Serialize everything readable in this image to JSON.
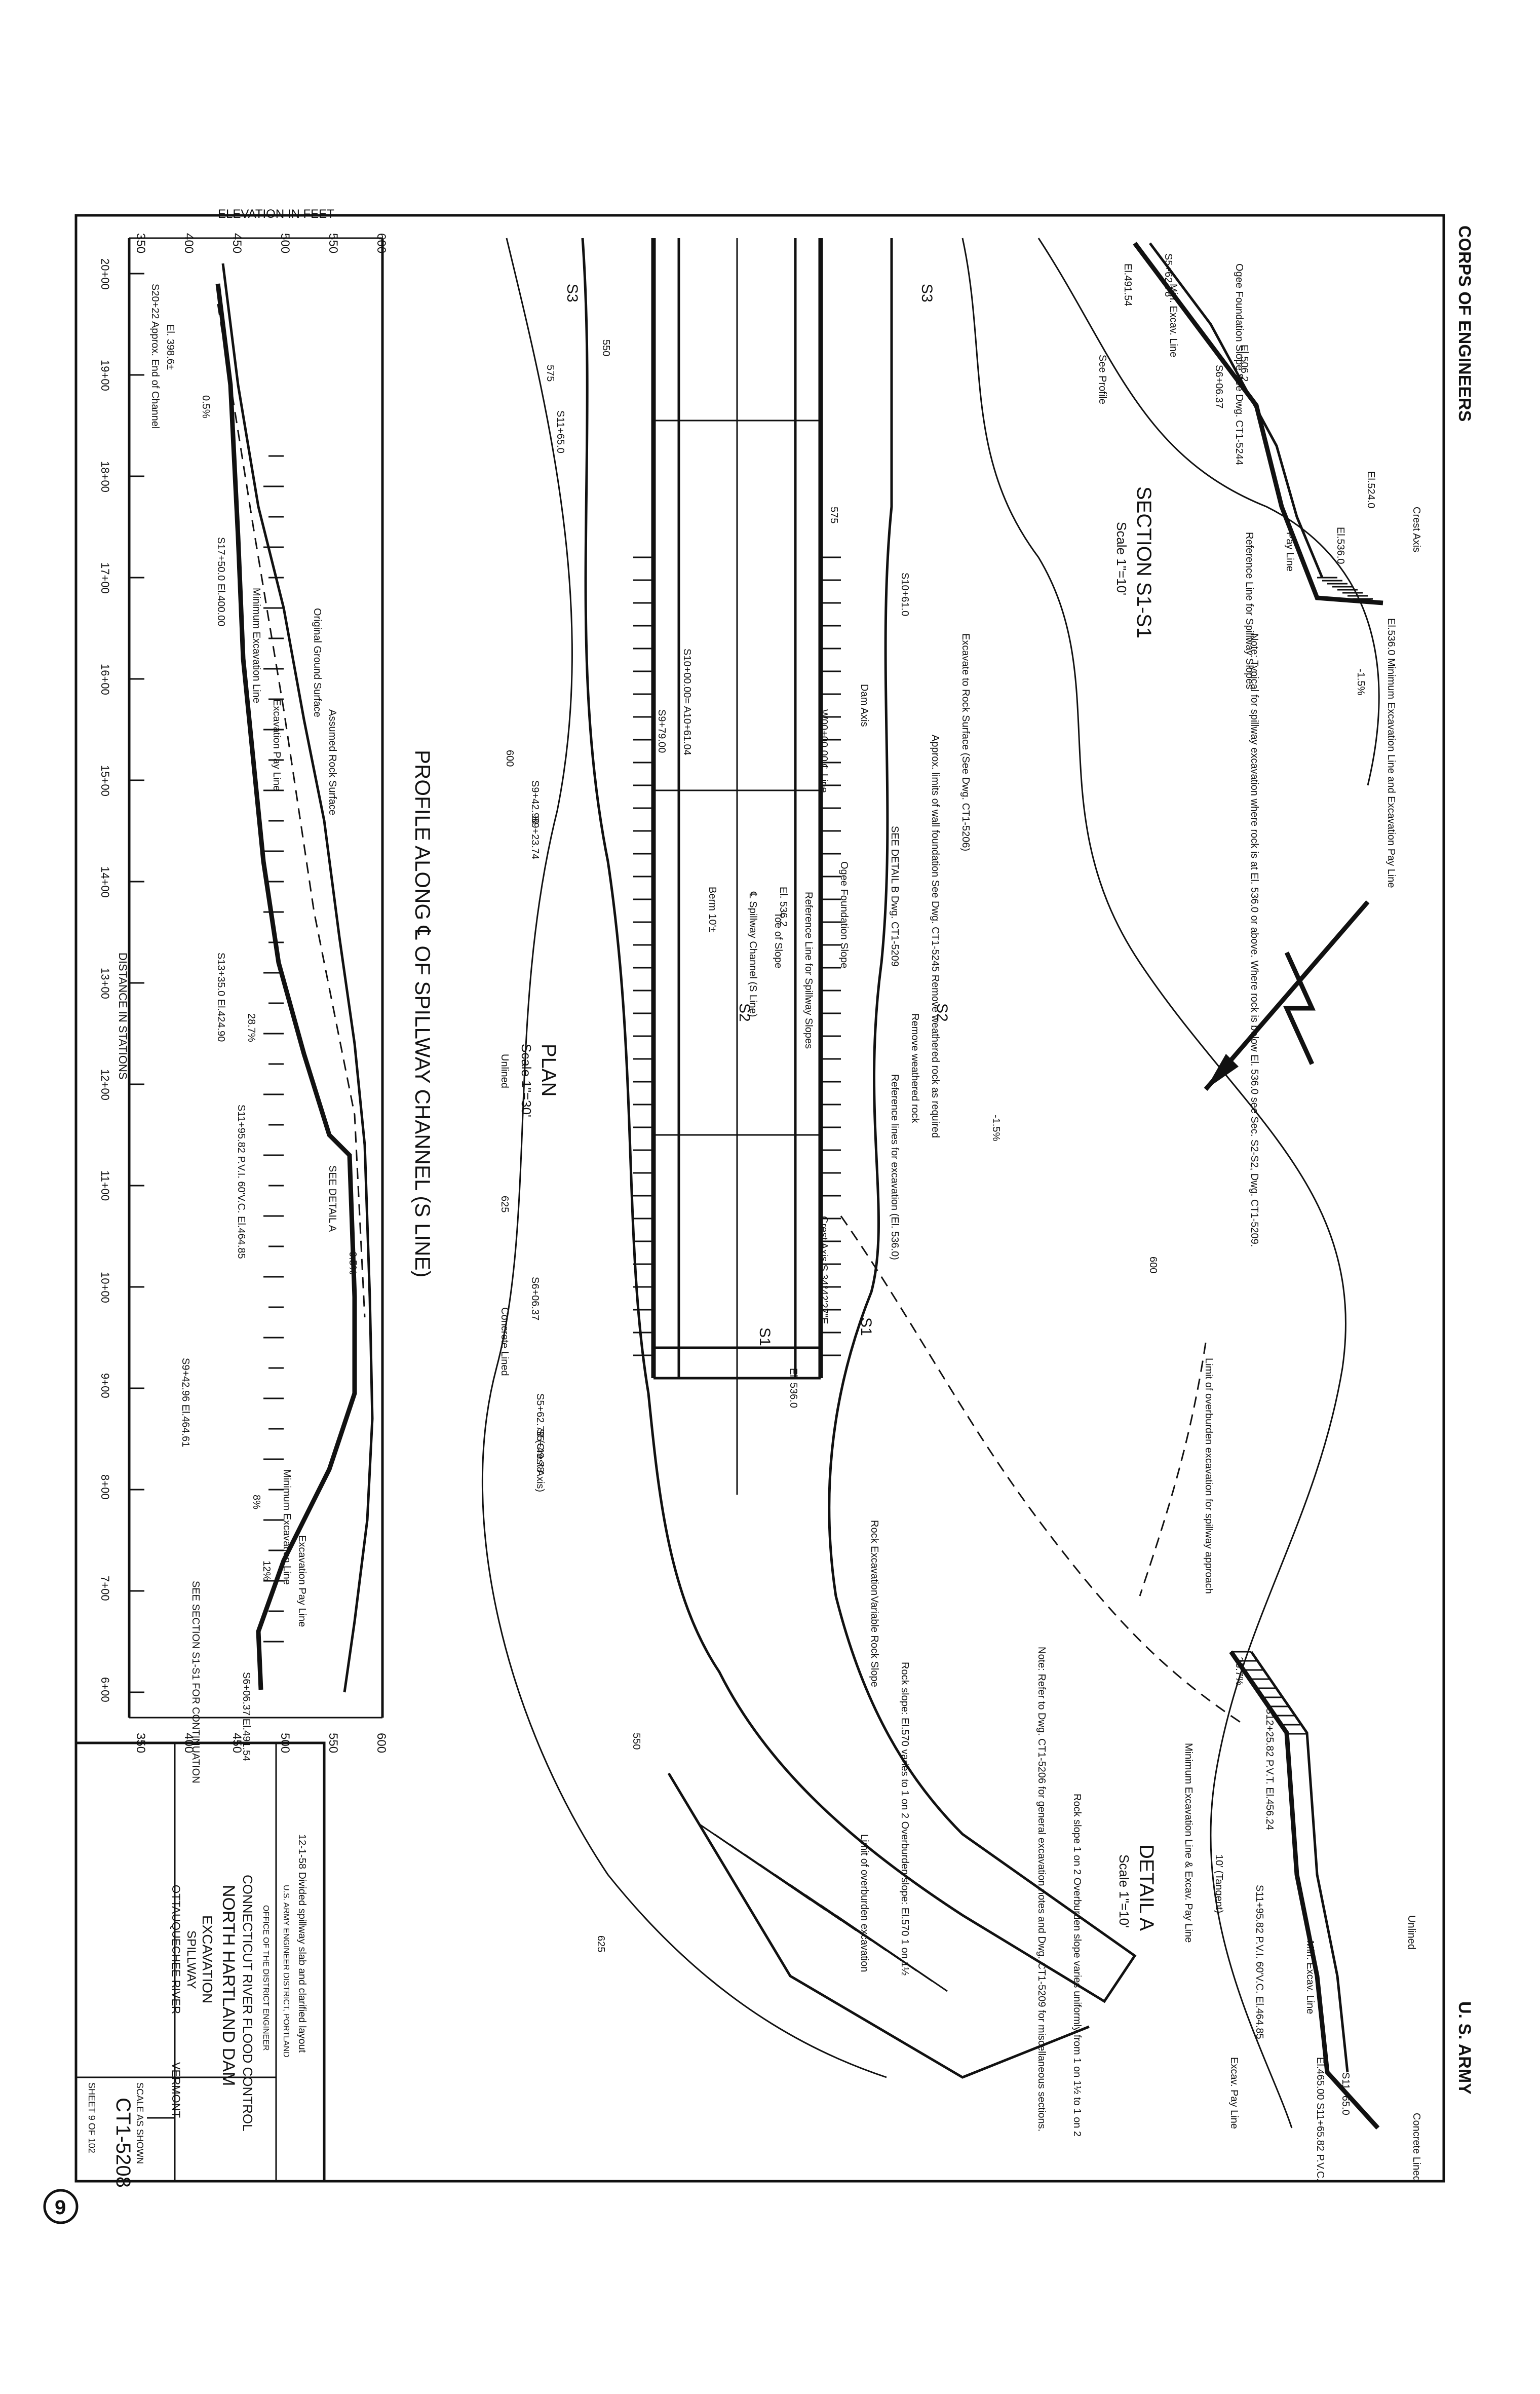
{
  "sheet": {
    "agency_left": "CORPS OF ENGINEERS",
    "agency_right": "U. S. ARMY",
    "sheet_circle": "9"
  },
  "profile": {
    "title": "PROFILE ALONG ℄ OF SPILLWAY CHANNEL (S LINE)",
    "elevation_label": "ELEVATION IN FEET",
    "distance_label": "DISTANCE IN STATIONS",
    "elevations": [
      "350",
      "400",
      "450",
      "500",
      "550",
      "600"
    ],
    "stations": [
      "20+00",
      "19+00",
      "18+00",
      "17+00",
      "16+00",
      "15+00",
      "14+00",
      "13+00",
      "12+00",
      "11+00",
      "10+00",
      "9+00",
      "8+00",
      "7+00",
      "6+00"
    ],
    "notes": [
      "S20+22 Approx. End of Channel",
      "El. 398.6±",
      "0.5%",
      "S17+50.0 El.400.00",
      "Minimum Excavation Line",
      "Excavation Pay Line",
      "Original Ground Surface",
      "Assumed Rock Surface",
      "S13+35.0 El.424.90",
      "28.7%",
      "S11+95.82 P.V.I. 60'V.C. El.464.85",
      "SEE DETAIL A",
      "0.5%",
      "S9+42.96 El.464.61",
      "Minimum Excavation Line",
      "Excavation Pay Line",
      "8%",
      "12%",
      "SEE SECTION S1-S1 FOR CONTINUATION",
      "S6+06.37 El.491.54"
    ]
  },
  "plan": {
    "title": "PLAN",
    "scale": "Scale 1\"=30'",
    "labels": [
      "Unlined",
      "Concrete Lined",
      "S11+65.0",
      "S10+61.0",
      "S10+00.00= A10+61.04",
      "S9+79.00",
      "S9+42.96",
      "S9+23.74",
      "S6+06.37",
      "S5+62.78 (Crest Axis)",
      "S5+49.78",
      "Approx. limits of wall foundation See Dwg. CT1-5245 Remove weathered rock as required",
      "Excavate to Rock Surface (See Dwg. CT1-5206)",
      "Dam Axis",
      "W00+00.00 ℄ Line",
      "SEE DETAIL B Dwg. CT1-5209",
      "Ogee Foundation Slope",
      "Reference Line for Spillway Slopes",
      "Toe of Slope",
      "℄ Spillway Channel (S Line)",
      "Remove weathered rock",
      "Reference lines for excavation (El. 536.0)",
      "Crest Axis S.34°42'27\"E.",
      "Limit of overburden excavation for spillway approach",
      "Rock Excavation",
      "Variable Rock Slope",
      "Rock slope 1 on 2 Overburden slope varies uniformly from 1 on 1½ to 1 on 2",
      "Limit of overburden excavation",
      "Berm 10'±",
      "Note: Refer to Dwg. CT1-5206 for general excavation notes and Dwg. CT1-5209 for miscellaneous sections.",
      "Rock slope: El.570 varies to 1 on 2 Overburden slope: El.570 1 on 1½",
      "-1.5%",
      "El. 536.0",
      "El. 536.2"
    ],
    "contours": [
      "575",
      "550",
      "600",
      "625",
      "575",
      "600",
      "625",
      "550"
    ],
    "section_markers": [
      "S1",
      "S2",
      "S3"
    ]
  },
  "section_s1": {
    "title": "SECTION S1-S1",
    "scale": "Scale 1\"=10'",
    "labels": [
      "Crest Axis",
      "El.536.0 Minimum Excavation Line and Excavation Pay Line",
      "-1.5%",
      "El.524.0",
      "El.536.0",
      "Ogee Foundation Slope See Dwg. CT1-5244",
      "El.506.2",
      "S6+06.37",
      "S5+62.78",
      "Min. Excav. Line",
      "El.491.54",
      "See Profile",
      "Reference Line for Spillway Slopes",
      "Pay Line",
      "Note: Typical for spillway excavation where rock is at El. 536.0 or above. Where rock is below El. 536.0 see Sec. S2-S2, Dwg. CT1-5209."
    ]
  },
  "detail_a": {
    "title": "DETAIL A",
    "scale": "Scale 1\"=10'",
    "labels": [
      "28.7%",
      "S12+25.82 P.V.T. El.456.24",
      "Minimum Excavation Line & Excav. Pay Line",
      "10' (Tangent)",
      "S11+95.82 P.V.I. 60'V.C. El.464.85",
      "Min. Excav. Line",
      "El.465.00 S11+65.82 P.V.C.",
      "S11+65.0",
      "Excav. Pay Line",
      "Unlined",
      "Concrete Lined"
    ]
  },
  "title_block": {
    "revision": "12-1-58 Divided spillway slab and clarified layout",
    "office_1": "U.S. ARMY ENGINEER DISTRICT, PORTLAND",
    "office_2": "OFFICE OF THE DISTRICT ENGINEER",
    "project": "CONNECTICUT RIVER FLOOD CONTROL",
    "dam": "NORTH HARTLAND DAM",
    "subject_1": "EXCAVATION",
    "subject_2": "SPILLWAY",
    "river": "OTTAUQUECHEE RIVER",
    "state": "VERMONT",
    "scale": "SCALE AS SHOWN",
    "sheet": "SHEET 9 OF 102",
    "drawing_number": "CT1-5208"
  }
}
